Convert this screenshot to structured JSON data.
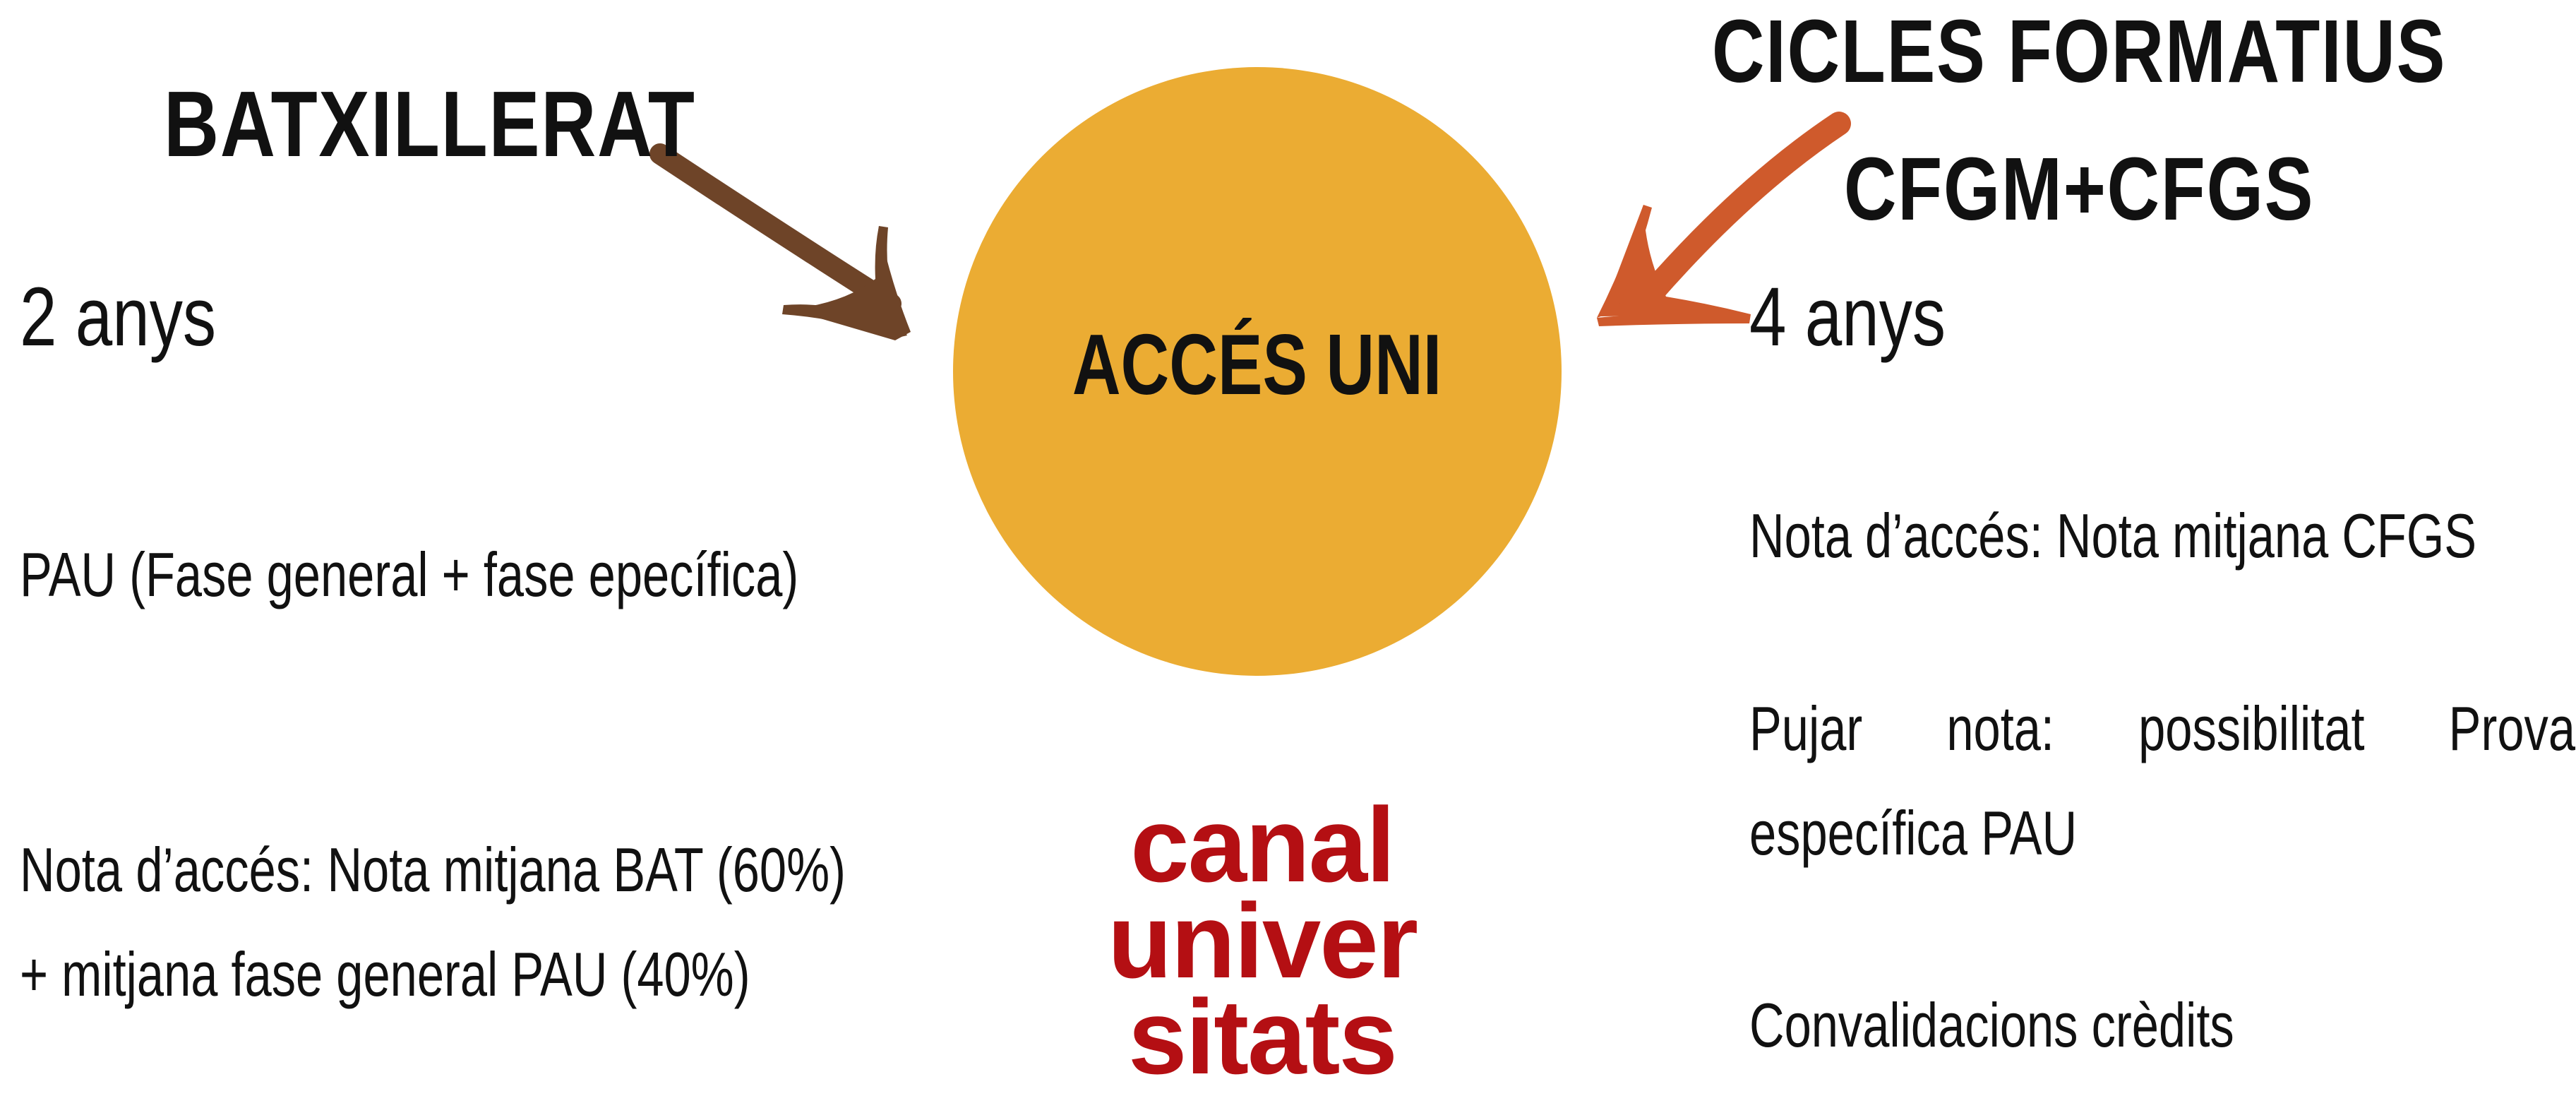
{
  "left": {
    "title": "BATXILLERAT",
    "duration": "2 anys",
    "pau_text": "PAU (Fase general + fase epecífica)",
    "nota_text": "Nota d’accés: Nota mitjana BAT (60%) + mitjana fase general PAU (40%)"
  },
  "right": {
    "title_line1": "CICLES FORMATIUS",
    "title_line2": "CFGM+CFGS",
    "duration": "4 anys",
    "nota_text": "Nota d’accés: Nota mitjana CFGS",
    "pujar_text": "Pujar nota: possibilitat Prova específica PAU",
    "convalidacions_text": "Convalidacions crèdits"
  },
  "center": {
    "label": "ACCÉS UNI"
  },
  "logo": {
    "line1": "canal",
    "line2": "univer",
    "line3": "sitats"
  },
  "colors": {
    "circle": "#ebac33",
    "left_arrow": "#6e4428",
    "right_arrow": "#cf5a2c",
    "logo": "#b40f13"
  }
}
